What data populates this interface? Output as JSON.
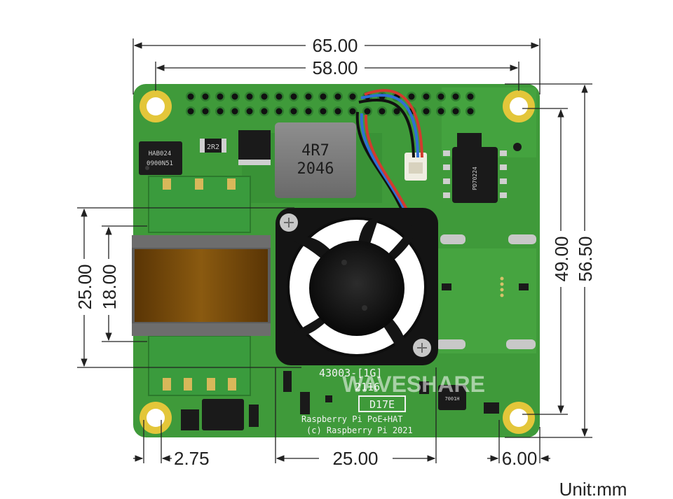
{
  "dimensions": {
    "board_width": "65.00",
    "hole_pitch_x": "58.00",
    "board_height": "56.50",
    "hole_pitch_y": "49.00",
    "transformer_outer": "25.00",
    "transformer_core": "18.00",
    "left_hole_offset": "2.75",
    "fan_width": "25.00",
    "right_hole_offset": "6.00"
  },
  "unit_label": "Unit:mm",
  "board": {
    "inductor_line1": "4R7",
    "inductor_line2": "2046",
    "chip_left": "HAB024",
    "chip_left_2": "0900N51",
    "resistor": "2R2",
    "silk_code": "43003-[1G]",
    "silk_code_2": "2116",
    "silk_marking": "D17E",
    "silk_product": "Raspberry Pi PoE+HAT",
    "silk_copyright": "(c) Raspberry Pi 2021",
    "watermark": "WAVESHARE",
    "chip_right": "PD70224",
    "chip_small": "7001H"
  },
  "colors": {
    "pcb": "#3f9a3a",
    "pcb_dark": "#2e7d2e",
    "hole_ring": "#e3c63a",
    "transformer": "#7a4a08",
    "fan": "#141414"
  }
}
